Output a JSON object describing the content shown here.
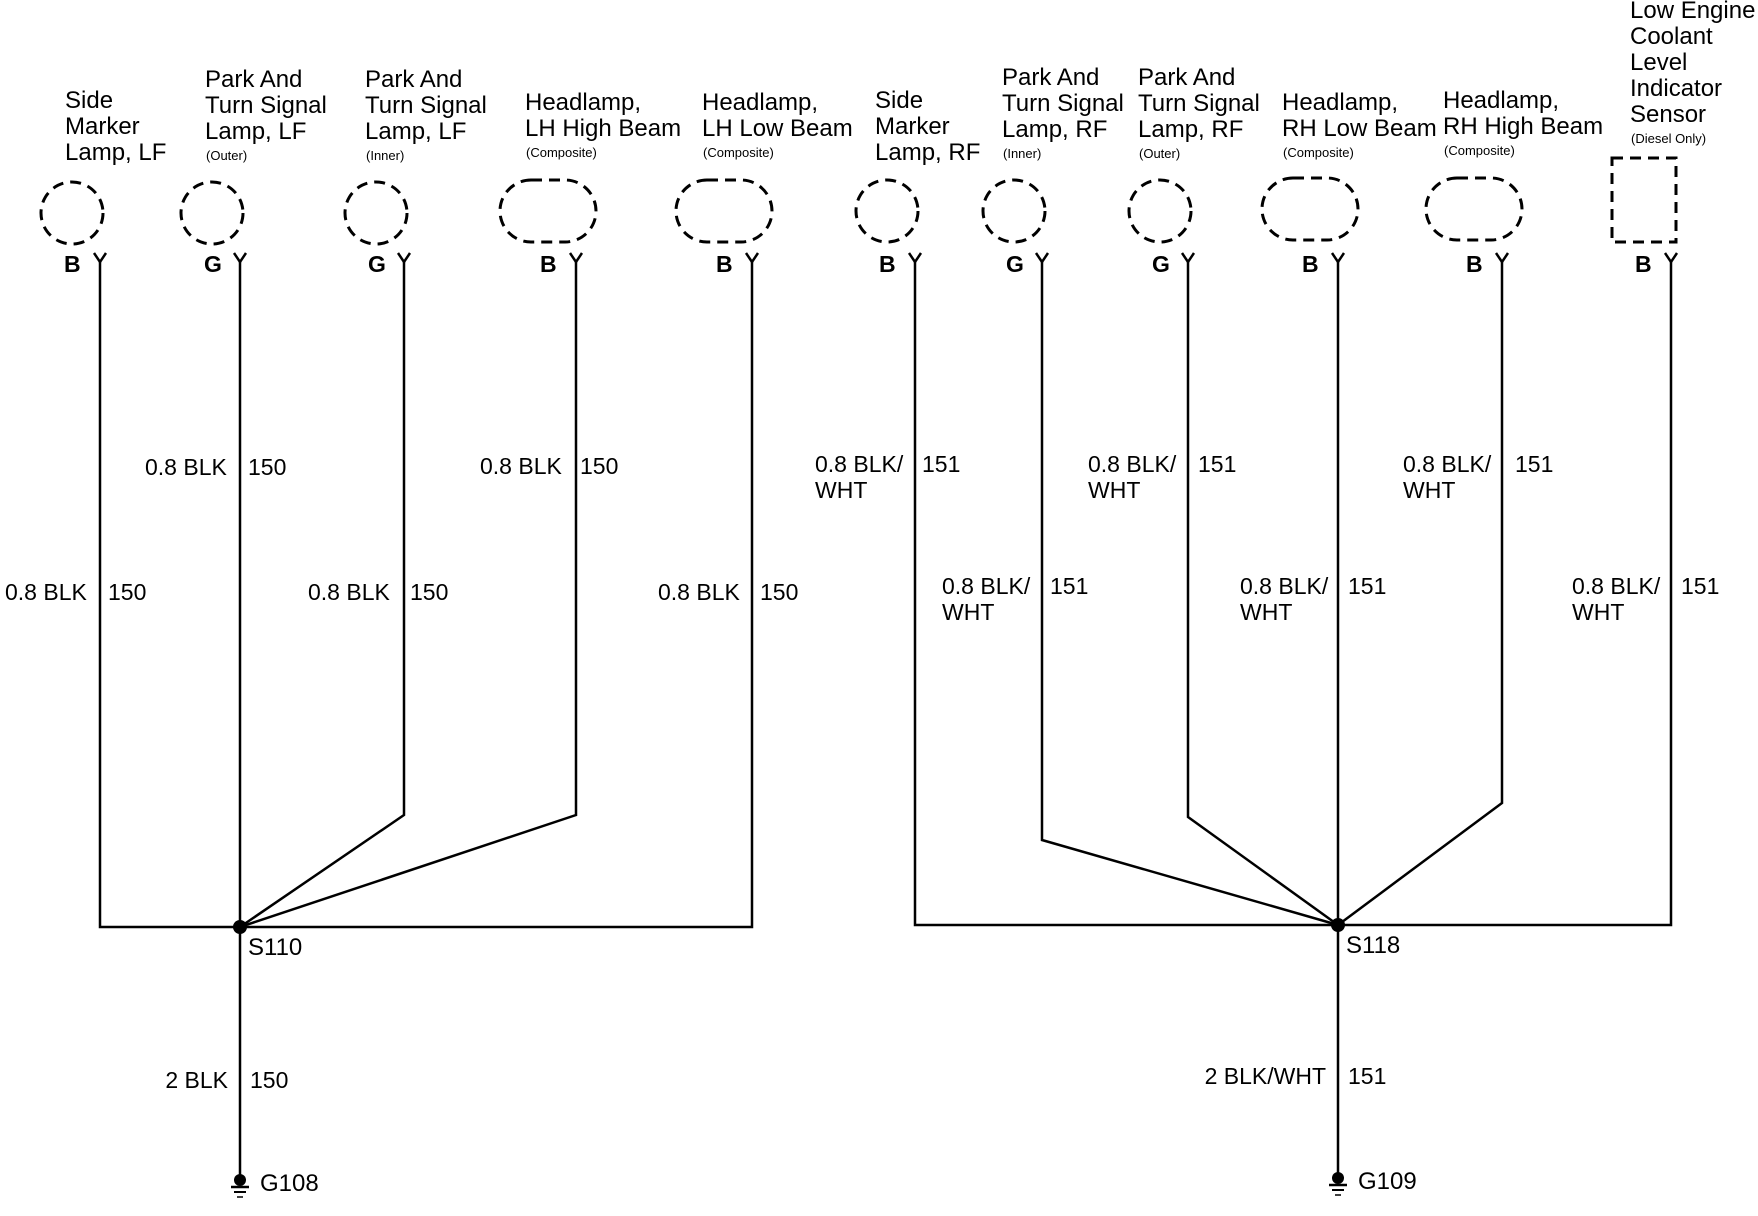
{
  "components": [
    {
      "lines": [
        "Side",
        "Marker",
        "Lamp, LF"
      ],
      "note": "",
      "pin": "B"
    },
    {
      "lines": [
        "Park And",
        "Turn Signal",
        "Lamp, LF"
      ],
      "note": "(Outer)",
      "pin": "G"
    },
    {
      "lines": [
        "Park And",
        "Turn Signal",
        "Lamp, LF"
      ],
      "note": "(Inner)",
      "pin": "G"
    },
    {
      "lines": [
        "Headlamp,",
        "LH High Beam"
      ],
      "note": "(Composite)",
      "pin": "B"
    },
    {
      "lines": [
        "Headlamp,",
        "LH Low Beam"
      ],
      "note": "(Composite)",
      "pin": "B"
    },
    {
      "lines": [
        "Side",
        "Marker",
        "Lamp, RF"
      ],
      "note": "",
      "pin": "B"
    },
    {
      "lines": [
        "Park And",
        "Turn Signal",
        "Lamp, RF"
      ],
      "note": "(Inner)",
      "pin": "G"
    },
    {
      "lines": [
        "Park And",
        "Turn Signal",
        "Lamp, RF"
      ],
      "note": "(Outer)",
      "pin": "G"
    },
    {
      "lines": [
        "Headlamp,",
        "RH Low Beam"
      ],
      "note": "(Composite)",
      "pin": "B"
    },
    {
      "lines": [
        "Headlamp,",
        "RH High Beam"
      ],
      "note": "(Composite)",
      "pin": "B"
    },
    {
      "lines": [
        "Low Engine",
        "Coolant",
        "Level",
        "Indicator",
        "Sensor"
      ],
      "note": "(Diesel Only)",
      "pin": "B"
    }
  ],
  "wires": [
    {
      "color": [
        "0.8 BLK"
      ],
      "circuit": "150"
    },
    {
      "color": [
        "0.8 BLK"
      ],
      "circuit": "150"
    },
    {
      "color": [
        "0.8 BLK"
      ],
      "circuit": "150"
    },
    {
      "color": [
        "0.8 BLK"
      ],
      "circuit": "150"
    },
    {
      "color": [
        "0.8 BLK"
      ],
      "circuit": "150"
    },
    {
      "color": [
        "0.8 BLK/",
        "WHT"
      ],
      "circuit": "151"
    },
    {
      "color": [
        "0.8 BLK/",
        "WHT"
      ],
      "circuit": "151"
    },
    {
      "color": [
        "0.8 BLK/",
        "WHT"
      ],
      "circuit": "151"
    },
    {
      "color": [
        "0.8 BLK/",
        "WHT"
      ],
      "circuit": "151"
    },
    {
      "color": [
        "0.8 BLK/",
        "WHT"
      ],
      "circuit": "151"
    },
    {
      "color": [
        "0.8 BLK/",
        "WHT"
      ],
      "circuit": "151"
    }
  ],
  "splices": [
    {
      "name": "S110",
      "feed": {
        "color": "2 BLK",
        "circuit": "150"
      },
      "ground": "G108"
    },
    {
      "name": "S118",
      "feed": {
        "color": "2 BLK/WHT",
        "circuit": "151"
      },
      "ground": "G109"
    }
  ]
}
